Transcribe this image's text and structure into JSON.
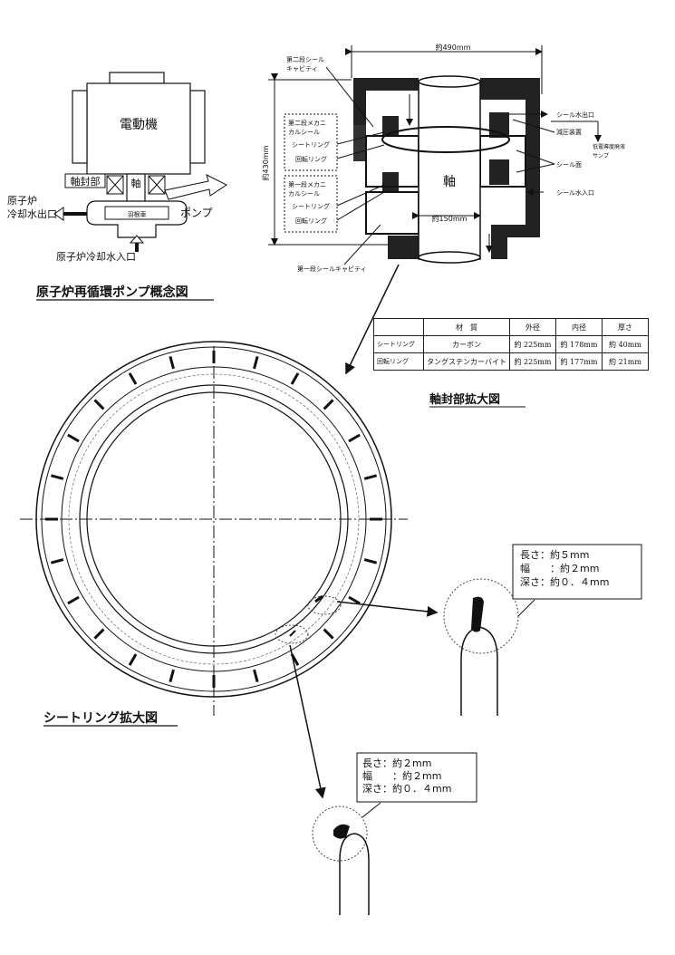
{
  "pump_concept": {
    "title": "原子炉再循環ポンプ概念図",
    "motor": "電動機",
    "seal_part": "軸封部",
    "shaft": "軸",
    "impeller": "羽根車",
    "pump": "ポンプ",
    "outlet_line1": "原子炉",
    "outlet_line2": "冷却水出口",
    "inlet": "原子炉冷却水入口"
  },
  "seal_detail": {
    "title": "軸封部拡大図",
    "width_dim": "約490mm",
    "height_dim": "約430mm",
    "shaft_dim": "約150mm",
    "shaft": "軸",
    "second_cavity_line1": "第二段シール",
    "second_cavity_line2": "キャビティ",
    "first_cavity": "第一段シールキャビティ",
    "box2_title_line1": "第二段メカニ",
    "box2_title_line2": "カルシール",
    "box2_item1": "シートリング",
    "box2_item2": "回転リング",
    "box1_title_line1": "第一段メカニ",
    "box1_title_line2": "カルシール",
    "box1_item1": "シートリング",
    "box1_item2": "回転リング",
    "seal_water_outlet": "シール水出口",
    "pressure_reducer": "減圧装置",
    "low_cond_line1": "低電導度廃液",
    "low_cond_line2": "サンプ",
    "seal_face": "シール面",
    "seal_water_inlet": "シール水入口"
  },
  "spec_table": {
    "headers": [
      "",
      "材　質",
      "外径",
      "内径",
      "厚さ"
    ],
    "rows": [
      [
        "シートリング",
        "カーボン",
        "約 225mm",
        "約 178mm",
        "約 40mm"
      ],
      [
        "回転リング",
        "タングステンカーバイト",
        "約 225mm",
        "約 177mm",
        "約 21mm"
      ]
    ]
  },
  "seat_ring": {
    "title": "シートリング拡大図"
  },
  "defect1": {
    "length": "長さ：約５mm",
    "width": "幅　　：約２mm",
    "depth": "深さ：約０．４mm"
  },
  "defect2": {
    "length": "長さ：約２mm",
    "width": "幅　　：約２mm",
    "depth": "深さ：約０．４mm"
  }
}
